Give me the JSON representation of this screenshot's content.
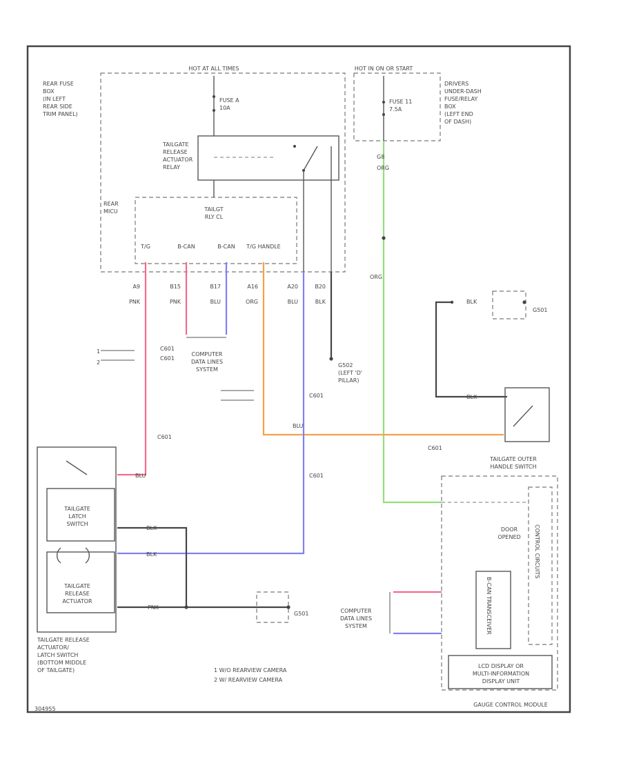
{
  "labels": {
    "hot_at_all_times": "HOT AT ALL TIMES",
    "hot_in_on": "HOT IN ON OR START",
    "rear_fuse_box": [
      "REAR FUSE",
      "BOX",
      "(IN LEFT",
      "REAR SIDE",
      "TRIM PANEL)"
    ],
    "drivers_fuse_box": [
      "DRIVERS",
      "UNDER-DASH",
      "FUSE/RELAY",
      "BOX",
      "(LEFT END",
      "OF DASH)"
    ],
    "fuse_a": [
      "FUSE A",
      "10A"
    ],
    "fuse_b": [
      "FUSE 11",
      "7.5A"
    ],
    "tailgate_relay": [
      "TAILGATE",
      "RELEASE",
      "ACTUATOR",
      "RELAY"
    ],
    "rear_micu": [
      "REAR",
      "MICU"
    ],
    "tailgate_rly_ckt": [
      "TAILGT",
      "RLY CL"
    ],
    "pins": [
      "T/G",
      "B-CAN",
      "B-CAN",
      "T/G HANDLE"
    ],
    "pin_ids": [
      "A9",
      "B15",
      "B17",
      "A16",
      "A20",
      "B20"
    ],
    "wire_colors": [
      "PNK",
      "PNK",
      "BLU",
      "ORG",
      "BLU",
      "BLK"
    ],
    "computer_data_lines": [
      "COMPUTER",
      "DATA LINES",
      "SYSTEM"
    ],
    "g502": [
      "G502",
      "(LEFT 'D'",
      "PILLAR)"
    ],
    "g501": "G501",
    "tailgate_latch": [
      "TAILGATE",
      "LATCH",
      "SWITCH"
    ],
    "tailgate_actuator": [
      "TAILGATE",
      "RELEASE",
      "ACTUATOR"
    ],
    "tailgate_assembly": [
      "TAILGATE RELEASE",
      "ACTUATOR/",
      "LATCH SWITCH",
      "(BOTTOM MIDDLE",
      "OF TAILGATE)"
    ],
    "outer_handle_switch": [
      "TAILGATE OUTER",
      "HANDLE SWITCH"
    ],
    "door_opened": [
      "DOOR",
      "OPENED"
    ],
    "control_circuits": "CONTROL CIRCUITS",
    "lcd_display": [
      "LCD DISPLAY OR",
      "MULTI-INFORMATION",
      "DISPLAY UNIT"
    ],
    "gauge_control_module": "GAUGE CONTROL MODULE",
    "b_can_transceiver": "B-CAN TRANSCEIVER",
    "legend": [
      "1   W/O REARVIEW CAMERA",
      "2   W/ REARVIEW CAMERA"
    ],
    "conn_labels": [
      "C601",
      "C601",
      "C601",
      "C601",
      "C601",
      "C601"
    ],
    "figure_id": "304955",
    "misc": [
      "G8",
      "ORG",
      "ORG",
      "BLK",
      "BLK",
      "BLU",
      "BLK",
      "BLK",
      "PNK",
      "BLU",
      "1",
      "2"
    ]
  },
  "colors": {
    "pink_wire": "#f26b8a",
    "blue_wire": "#8080f0",
    "orange_wire": "#f5a04a",
    "green_wire": "#8ee07a",
    "black_wire": "#444444"
  }
}
